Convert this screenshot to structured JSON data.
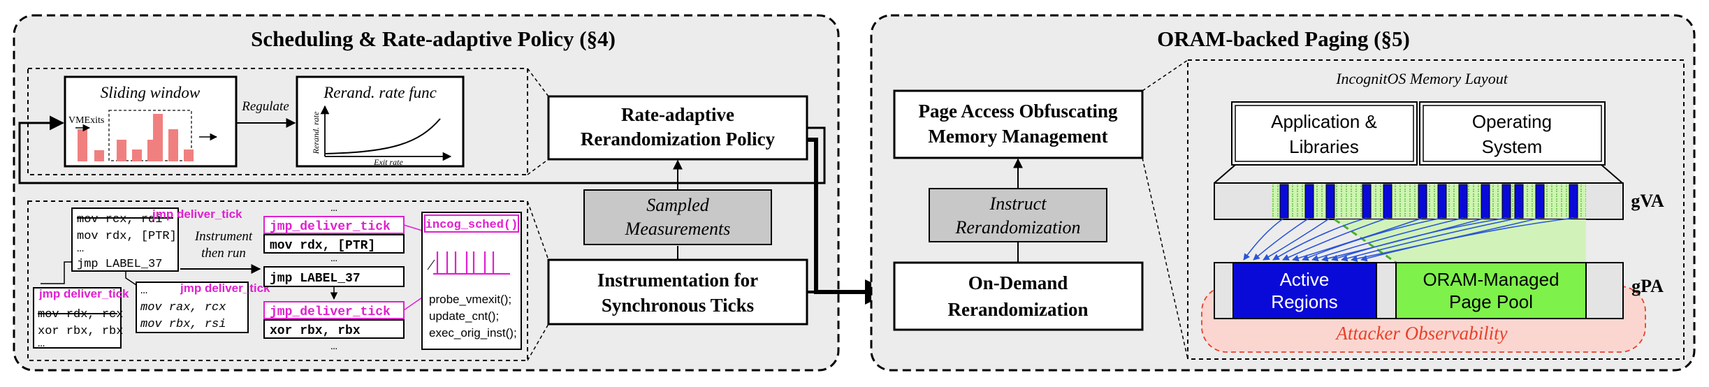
{
  "left_panel": {
    "title": "Scheduling & Rate-adaptive Policy (§4)",
    "sliding_window": {
      "title": "Sliding window",
      "vmexits_label": "VMExits"
    },
    "regulate_label": "Regulate",
    "rerand_func": {
      "title": "Rerand. rate func",
      "y_label": "Rerand. rate",
      "x_label": "Exit rate"
    },
    "policy_box": {
      "line1": "Rate-adaptive",
      "line2": "Rerandomization Policy"
    },
    "sampled_box": {
      "line1": "Sampled",
      "line2": "Measurements"
    },
    "instrumentation_box": {
      "line1": "Instrumentation for",
      "line2": "Synchronous Ticks"
    },
    "code_a": {
      "tag": "jmp deliver_tick",
      "line1": "mov rcx, rdi",
      "line2": "mov rdx, [PTR]",
      "line3": "…",
      "line4": "jmp LABEL_37"
    },
    "code_b": {
      "tag": "jmp deliver_tick",
      "line1": "mov rdx, rcx",
      "line2": "xor rbx, rbx",
      "line3": "…"
    },
    "code_c": {
      "tag": "jmp deliver_tick",
      "line0": "…",
      "line1": "mov rax, rcx",
      "line2": "mov rbx, rsi"
    },
    "instrument_label": {
      "line1": "Instrument",
      "line2": "then run"
    },
    "code_out": {
      "dots_top": "…",
      "tick1": "jmp_deliver_tick",
      "line1": "mov rdx, [PTR]",
      "dots_mid": "…",
      "line2": "jmp LABEL_37",
      "tick2": "jmp_deliver_tick",
      "line3": "xor rbx, rbx",
      "dots_bot": "…"
    },
    "sched": {
      "title": "incog_sched()",
      "line1": "probe_vmexit();",
      "line2": "update_cnt();",
      "line3": "exec_orig_inst();"
    }
  },
  "right_panel": {
    "title": "ORAM-backed Paging (§5)",
    "memmgmt_box": {
      "line1": "Page Access Obfuscating",
      "line2": "Memory Management"
    },
    "instruct_box": {
      "line1": "Instruct",
      "line2": "Rerandomization"
    },
    "ondemand_box": {
      "line1": "On-Demand",
      "line2": "Rerandomization"
    },
    "layout": {
      "title": "IncognitOS Memory Layout",
      "app_label": {
        "line1": "Application &",
        "line2": "Libraries"
      },
      "os_label": {
        "line1": "Operating",
        "line2": "System"
      },
      "gva_label": "gVA",
      "gpa_label": "gPA",
      "active_label": {
        "line1": "Active",
        "line2": "Regions"
      },
      "oram_label": {
        "line1": "ORAM-Managed",
        "line2": "Page Pool"
      },
      "attacker_label": "Attacker Observability"
    }
  },
  "colors": {
    "magenta": "#e020d0",
    "bar_red": "#f08080",
    "active_blue": "#0a0ad8",
    "oram_green": "#7ef24a",
    "attacker_red": "#e8402a",
    "gray_box": "#c8c8c8"
  }
}
